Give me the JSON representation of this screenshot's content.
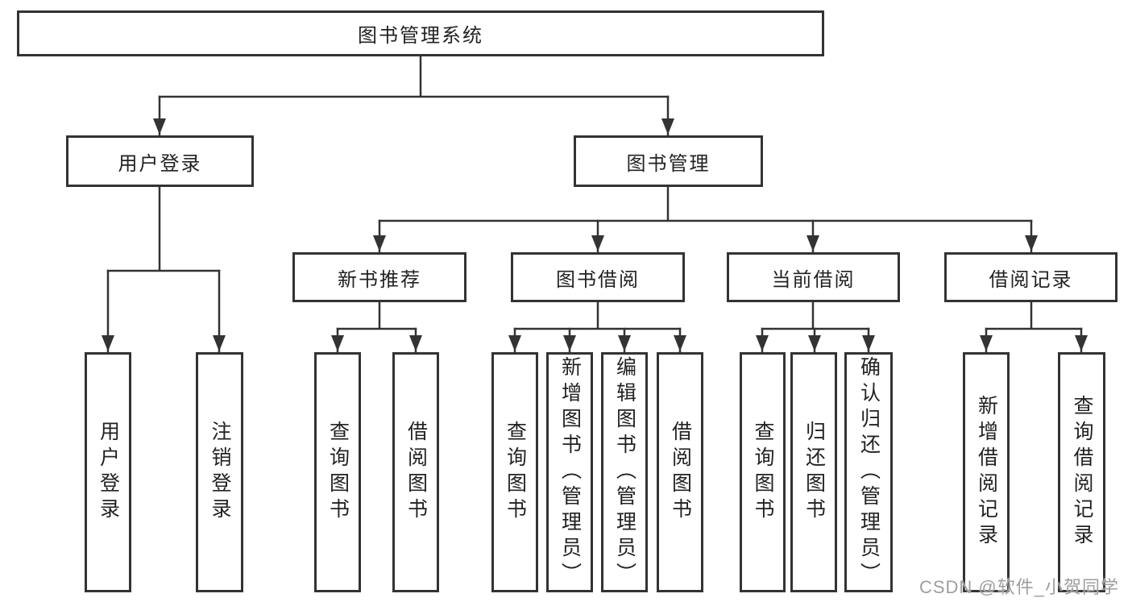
{
  "diagram_type": "hierarchy-tree",
  "colors": {
    "line": "#333333",
    "border": "#333333",
    "text": "#222222",
    "background": "#ffffff",
    "watermark": "#9e9e9e"
  },
  "tree": {
    "label": "图书管理系统",
    "children": [
      {
        "label": "用户登录",
        "children": [
          {
            "label": "用户登录"
          },
          {
            "label": "注销登录"
          }
        ]
      },
      {
        "label": "图书管理",
        "children": [
          {
            "label": "新书推荐",
            "children": [
              {
                "label": "查询图书"
              },
              {
                "label": "借阅图书"
              }
            ]
          },
          {
            "label": "图书借阅",
            "children": [
              {
                "label": "查询图书"
              },
              {
                "label": "新增图书（管理员）"
              },
              {
                "label": "编辑图书（管理员）"
              },
              {
                "label": "借阅图书"
              }
            ]
          },
          {
            "label": "当前借阅",
            "children": [
              {
                "label": "查询图书"
              },
              {
                "label": "归还图书"
              },
              {
                "label": "确认归还（管理员）"
              }
            ]
          },
          {
            "label": "借阅记录",
            "children": [
              {
                "label": "新增借阅记录"
              },
              {
                "label": "查询借阅记录"
              }
            ]
          }
        ]
      }
    ]
  },
  "watermark": "CSDN @软件_小贺同学"
}
